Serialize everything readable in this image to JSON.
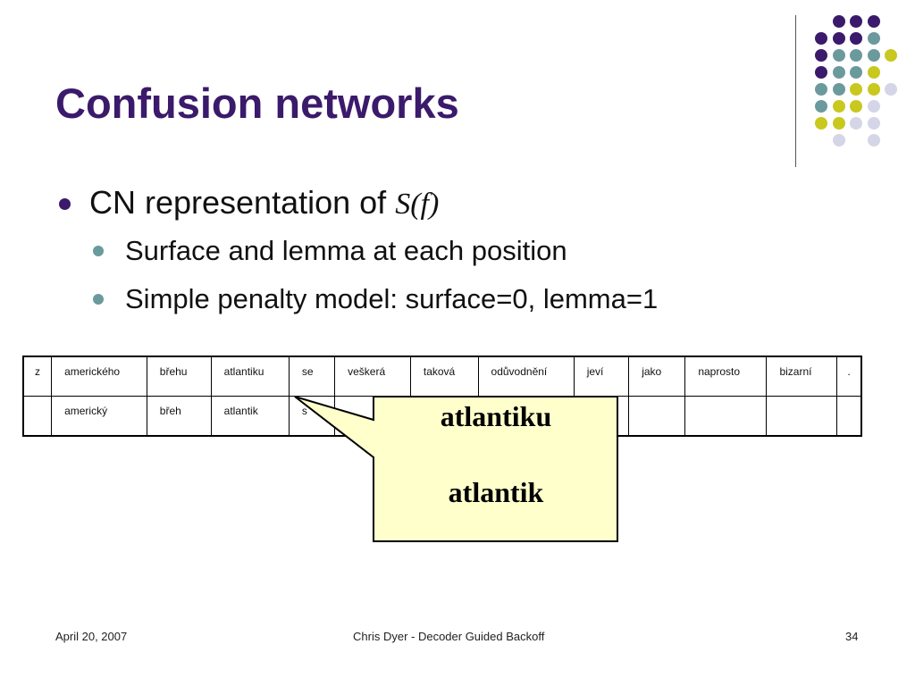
{
  "slide": {
    "title": "Confusion networks",
    "bullets": {
      "main_prefix": "CN representation of ",
      "main_math": "S(f)",
      "sub": [
        "Surface and lemma at each position",
        "Simple penalty model: surface=0, lemma=1"
      ]
    },
    "table": {
      "rows": [
        [
          "z",
          "amerického",
          "břehu",
          "atlantiku",
          "se",
          "veškerá",
          "taková",
          "odůvodnění",
          "jeví",
          "jako",
          "naprosto",
          "bizarní",
          "."
        ],
        [
          "",
          "americký",
          "břeh",
          "atlantik",
          "s",
          "",
          "",
          "",
          "",
          "",
          "",
          "",
          ""
        ]
      ]
    },
    "callout": {
      "line1": "atlantiku",
      "line2": "atlantik",
      "fill": "#ffffcc"
    },
    "footer": {
      "date": "April 20, 2007",
      "center": "Chris Dyer - Decoder Guided Backoff",
      "page": "34"
    },
    "colors": {
      "title": "#3b1a6b",
      "purple": "#3b1a6b",
      "teal": "#6b9a9d",
      "yellow": "#c8c81e",
      "lavender": "#d5d5e8"
    }
  }
}
